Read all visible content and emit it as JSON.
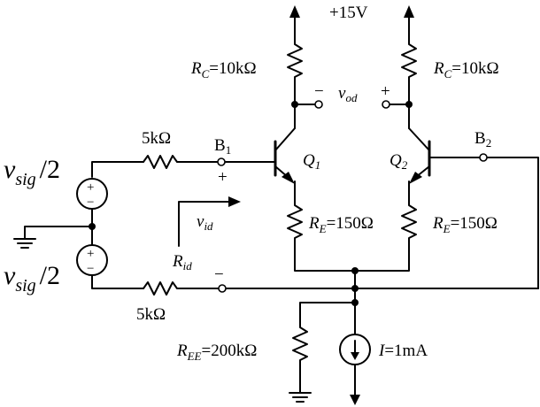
{
  "supply": {
    "label": "+15V"
  },
  "collector_resistors": [
    {
      "name": "R",
      "sub": "C",
      "value": "=10kΩ"
    },
    {
      "name": "R",
      "sub": "C",
      "value": "=10kΩ"
    }
  ],
  "output": {
    "name": "v",
    "sub": "od",
    "minus": "−",
    "plus": "+"
  },
  "transistors": [
    {
      "name": "Q",
      "sub": "1"
    },
    {
      "name": "Q",
      "sub": "2"
    }
  ],
  "bases": [
    {
      "name": "B",
      "sub": "1"
    },
    {
      "name": "B",
      "sub": "2"
    }
  ],
  "emitter_resistors": [
    {
      "name": "R",
      "sub": "E",
      "value": "=150Ω"
    },
    {
      "name": "R",
      "sub": "E",
      "value": "=150Ω"
    }
  ],
  "source_resistors": [
    {
      "value": "5kΩ"
    },
    {
      "value": "5kΩ"
    }
  ],
  "sources": [
    {
      "name": "v",
      "sub": "sig",
      "frac": "/2"
    },
    {
      "name": "v",
      "sub": "sig",
      "frac": "/2"
    }
  ],
  "input": {
    "name": "v",
    "sub": "id",
    "plus": "+",
    "minus": "−"
  },
  "input_resistance": {
    "name": "R",
    "sub": "id"
  },
  "tail_resistor": {
    "name": "R",
    "sub": "EE",
    "value": "=200kΩ"
  },
  "current_source": {
    "name": "I",
    "value": "=1mA"
  },
  "source_symbols": {
    "plus": "+",
    "minus": "−"
  }
}
